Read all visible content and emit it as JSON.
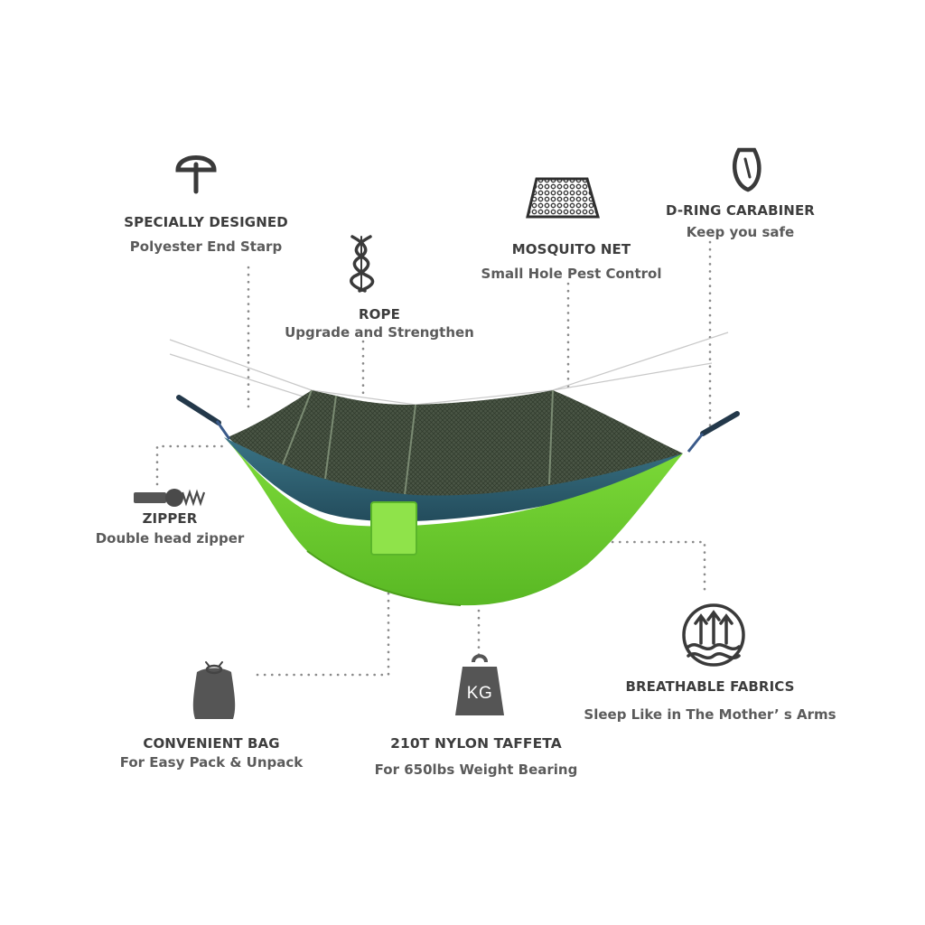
{
  "features": {
    "specially_designed": {
      "title": "SPECIALLY DESIGNED",
      "subtitle": "Polyester End Starp",
      "icon": "strap-icon"
    },
    "rope": {
      "title": "ROPE",
      "subtitle": "Upgrade and Strengthen",
      "icon": "rope-icon"
    },
    "mosquito_net": {
      "title": "MOSQUITO NET",
      "subtitle": "Small Hole Pest Control",
      "icon": "mesh-icon"
    },
    "d_ring": {
      "title": "D-RING CARABINER",
      "subtitle": "Keep you safe",
      "icon": "carabiner-icon"
    },
    "zipper": {
      "title": "ZIPPER",
      "subtitle": "Double head zipper",
      "icon": "zipper-icon"
    },
    "breathable": {
      "title": "BREATHABLE FABRICS",
      "subtitle": "Sleep Like in The Mother’ s Arms",
      "icon": "breathable-icon"
    },
    "bag": {
      "title": "CONVENIENT BAG",
      "subtitle": "For Easy Pack & Unpack",
      "icon": "bag-icon"
    },
    "nylon": {
      "title": "210T NYLON TAFFETA",
      "subtitle": "For 650lbs Weight Bearing",
      "icon": "weight-icon",
      "icon_label": "KG"
    }
  },
  "colors": {
    "hammock_green": "#6fce2f",
    "hammock_green_dark": "#56b01f",
    "hammock_blue": "#2e5f72",
    "net": "#3e4a3a",
    "icon": "#4a4a4a",
    "dotted_line": "#8a8a8a",
    "text": "#3d3d3d"
  }
}
